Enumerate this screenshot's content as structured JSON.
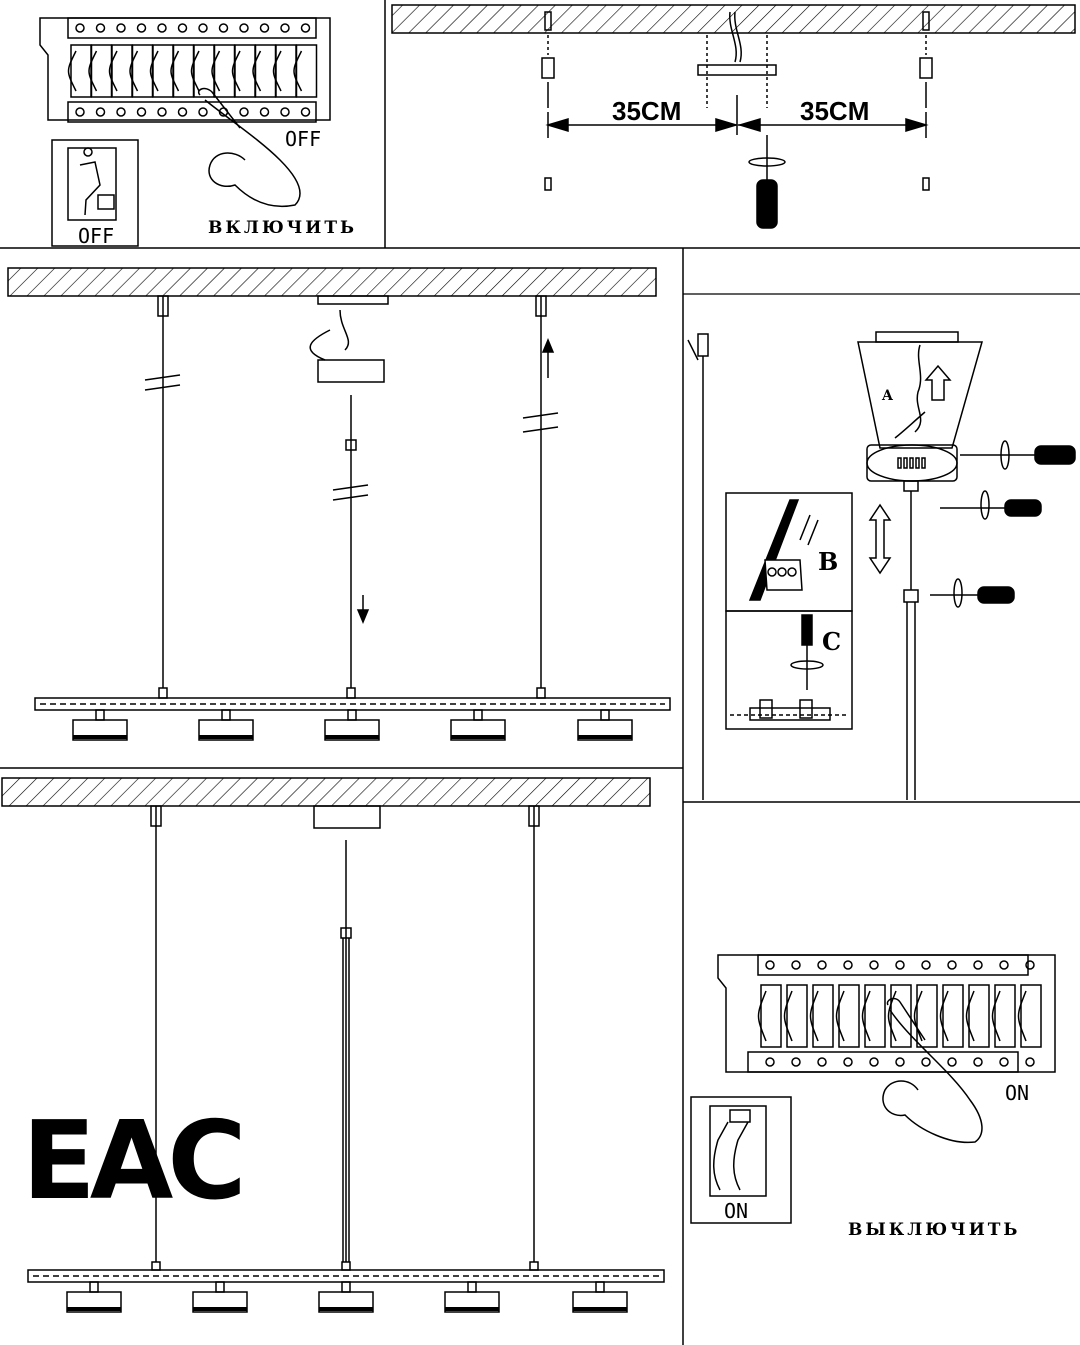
{
  "panel_switch_off": {
    "state_label": "OFF",
    "switch_label": "OFF",
    "caption": "ВКЛЮЧИТЬ"
  },
  "panel_mounting": {
    "distance_left": "35CM",
    "distance_right": "35CM"
  },
  "panel_wiring": {
    "label_a": "A",
    "label_b": "B",
    "label_c": "C"
  },
  "panel_switch_on": {
    "state_label": "ON",
    "switch_label": "ON",
    "caption": "ВЫКЛЮЧИТЬ"
  },
  "certification_mark": "EAC",
  "colors": {
    "ink": "#000000",
    "paper": "#ffffff",
    "hatch": "#000000"
  }
}
